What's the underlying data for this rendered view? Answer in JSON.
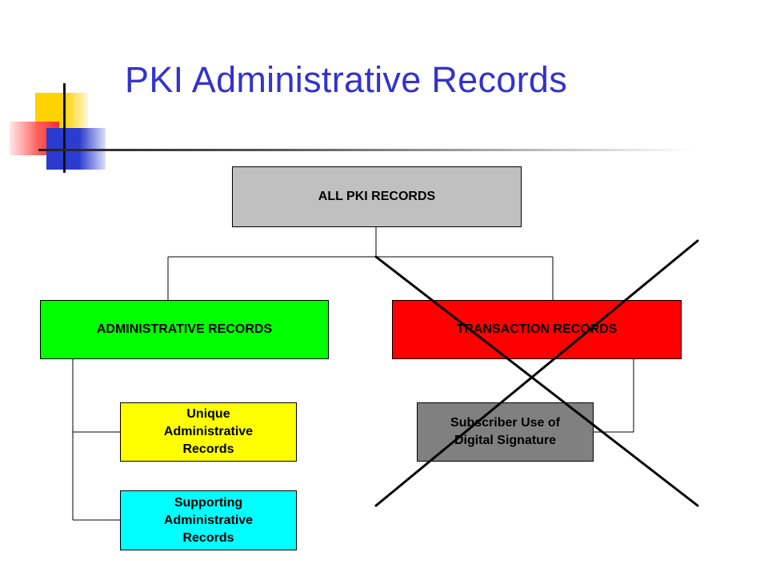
{
  "slide": {
    "title": "PKI Administrative Records"
  },
  "diagram": {
    "root": {
      "label": "ALL PKI RECORDS"
    },
    "administrative": {
      "label": "ADMINISTRATIVE RECORDS"
    },
    "transaction": {
      "label": "TRANSACTION RECORDS",
      "crossed_out": true
    },
    "unique": {
      "line1": "Unique",
      "line2": "Administrative",
      "line3": "Records"
    },
    "supporting": {
      "line1": "Supporting",
      "line2": "Administrative",
      "line3": "Records"
    },
    "subscriber": {
      "line1": "Subscriber Use of",
      "line2": "Digital Signature"
    }
  },
  "colors": {
    "title": "#3333cc",
    "root_fill": "#c0c0c0",
    "administrative_fill": "#00ff00",
    "transaction_fill": "#ff0000",
    "unique_fill": "#ffff00",
    "supporting_fill": "#00ffff",
    "subscriber_fill": "#808080"
  }
}
